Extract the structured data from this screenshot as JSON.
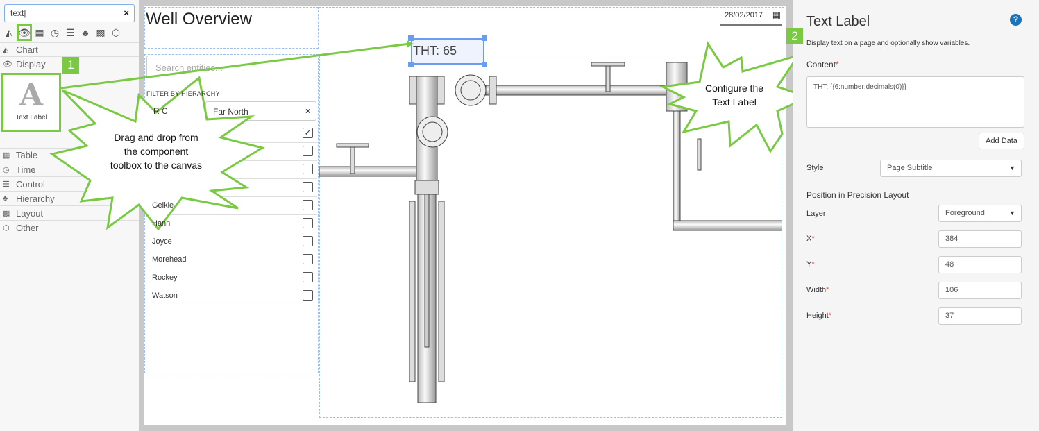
{
  "toolbox": {
    "search_value": "text",
    "clear_icon": "×",
    "icons": [
      "chart-icon",
      "eye-icon",
      "table-icon",
      "clock-icon",
      "sliders-icon",
      "hierarchy-icon",
      "layout-icon",
      "cube-icon"
    ],
    "categories": {
      "chart": "Chart",
      "display": "Display",
      "table": "Table",
      "time": "Time",
      "control": "Control",
      "hierarchy": "Hierarchy",
      "layout": "Layout",
      "other": "Other"
    },
    "tile": {
      "glyph": "A",
      "label": "Text Label"
    }
  },
  "canvas": {
    "page_title": "Well Overview",
    "date": "28/02/2017",
    "entity_search_placeholder": "Search entities...",
    "filter_label": "FILTER BY HIERARCHY",
    "chip_partial": "R C",
    "chip": "Far North",
    "entities": [
      {
        "name": "",
        "checked": true
      },
      {
        "name": "",
        "checked": false
      },
      {
        "name": "",
        "checked": false
      },
      {
        "name": "",
        "checked": false
      },
      {
        "name": "Geikie",
        "checked": false
      },
      {
        "name": "Hann",
        "checked": false
      },
      {
        "name": "Joyce",
        "checked": false
      },
      {
        "name": "Morehead",
        "checked": false
      },
      {
        "name": "Rockey",
        "checked": false
      },
      {
        "name": "Watson",
        "checked": false
      }
    ],
    "text_label_value": "THT: 65"
  },
  "callouts": {
    "step1": "1",
    "step1_text": [
      "Drag and drop from",
      "the component",
      "toolbox to the canvas"
    ],
    "step2": "2",
    "step2_text": [
      "Configure the",
      "Text Label"
    ]
  },
  "properties": {
    "title": "Text Label",
    "description": "Display text on a page and optionally show variables.",
    "content_label": "Content",
    "content_value": "THT: {{6:number:decimals(0)}}",
    "add_data": "Add Data",
    "style_label": "Style",
    "style_value": "Page Subtitle",
    "position_heading": "Position in Precision Layout",
    "layer_label": "Layer",
    "layer_value": "Foreground",
    "x_label": "X",
    "x_value": "384",
    "y_label": "Y",
    "y_value": "48",
    "width_label": "Width",
    "width_value": "106",
    "height_label": "Height",
    "height_value": "37",
    "required": "*"
  },
  "colors": {
    "accent": "#7ac943",
    "selection": "#6b9cf0",
    "help": "#1a73b8"
  }
}
